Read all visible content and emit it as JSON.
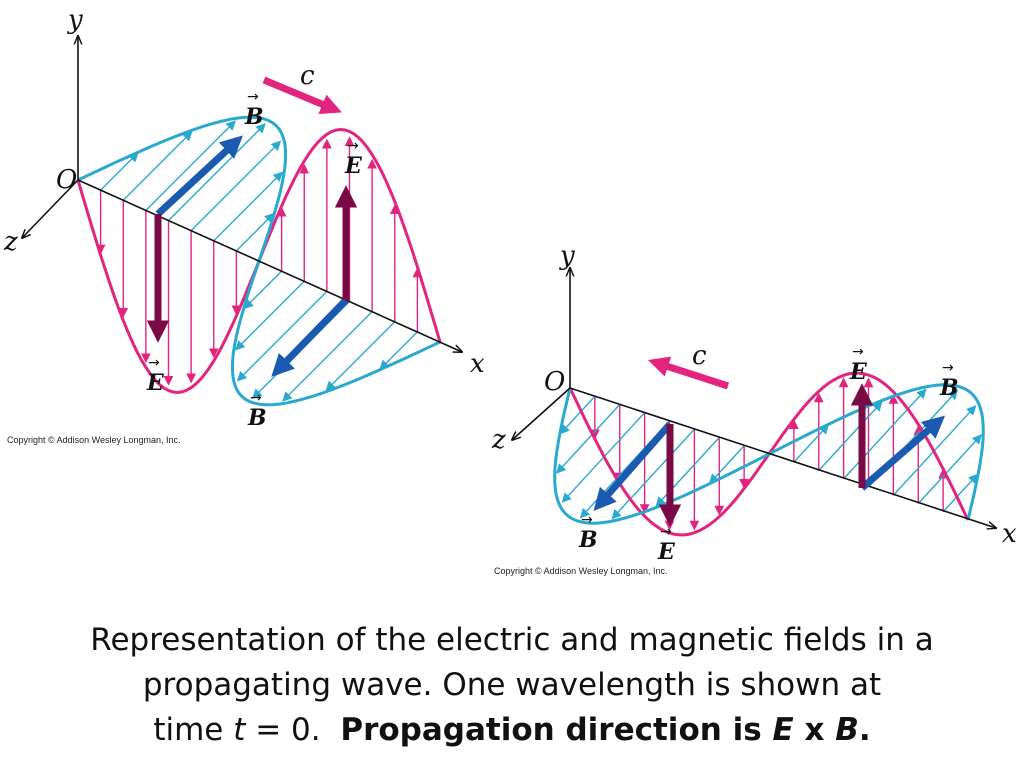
{
  "colors": {
    "electric": "#e3247f",
    "magnetic": "#29a9cf",
    "electric_dark": "#7a0a45",
    "magnetic_dark": "#1a5ab0",
    "axis": "#111111"
  },
  "diagram_left": {
    "axes": {
      "x": "x",
      "y": "y",
      "z": "z",
      "origin": "O"
    },
    "speed_label": "c",
    "b_label": "B",
    "e_label": "E",
    "copyright": "Copyright © Addison Wesley Longman, Inc."
  },
  "diagram_right": {
    "axes": {
      "x": "x",
      "y": "y",
      "z": "z",
      "origin": "O"
    },
    "speed_label": "c",
    "b_label": "B",
    "e_label": "E",
    "copyright": "Copyright © Addison Wesley Longman, Inc."
  },
  "caption": {
    "line1": "Representation of the electric and magnetic fields in a",
    "line2": "propagating wave. One wavelength is shown at",
    "line3_prefix": "time ",
    "line3_var": "t",
    "line3_eq": " = 0.",
    "bold_text": "Propagation direction is ",
    "bold_e": "E",
    "bold_x": " x ",
    "bold_b": "B",
    "bold_end": "."
  }
}
